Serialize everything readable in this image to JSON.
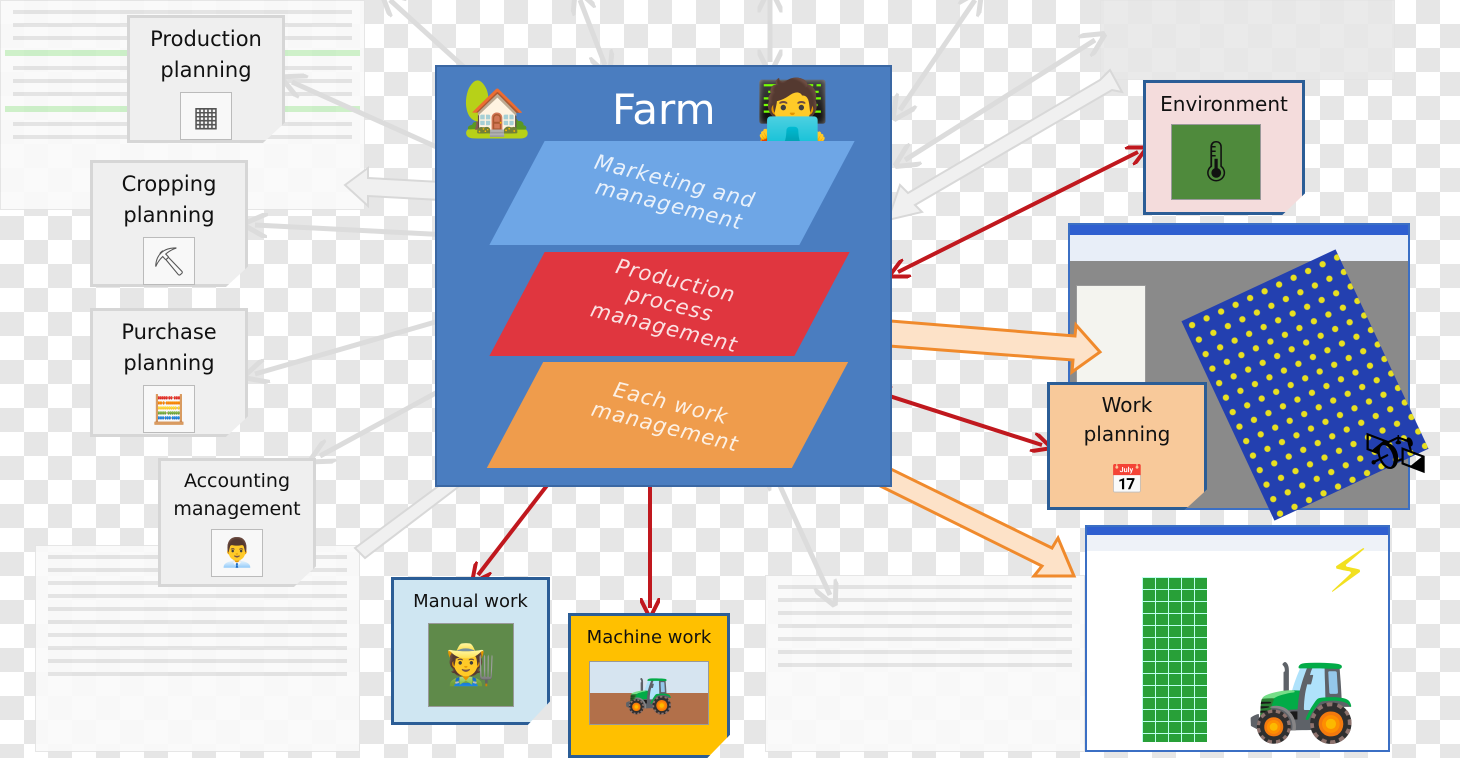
{
  "center": {
    "title": "Farm",
    "layers": [
      {
        "label": "Marketing and management",
        "color": "#6ea6e6"
      },
      {
        "label": "Production process management",
        "color": "#e0363f"
      },
      {
        "label": "Each work management",
        "color": "#ef9c4c"
      }
    ]
  },
  "left_nodes": [
    {
      "label": "Production planning",
      "icon": "planning-chart-icon"
    },
    {
      "label": "Cropping planning",
      "icon": "hoe-icon"
    },
    {
      "label": "Purchase planning",
      "icon": "calculator-icon"
    },
    {
      "label": "Accounting management",
      "icon": "accountant-icon"
    }
  ],
  "right_nodes": [
    {
      "label": "Environment",
      "icon": "weather-sensor-thermometer-icon",
      "color": "#f4dcdc"
    },
    {
      "label": "Work planning",
      "icon": "calendar-icon",
      "color": "#f8c99a"
    }
  ],
  "bottom_nodes": [
    {
      "label": "Manual work",
      "icon": "farmer-photo",
      "color": "#cfe6f2"
    },
    {
      "label": "Machine work",
      "icon": "tractor-photo",
      "color": "#ffc000"
    }
  ],
  "colors": {
    "farm_box": "#4a7dc0",
    "red_arrow": "#c0181e",
    "orange_arrow": "#f08a2c",
    "gray_arrow": "#e6e6e6"
  }
}
